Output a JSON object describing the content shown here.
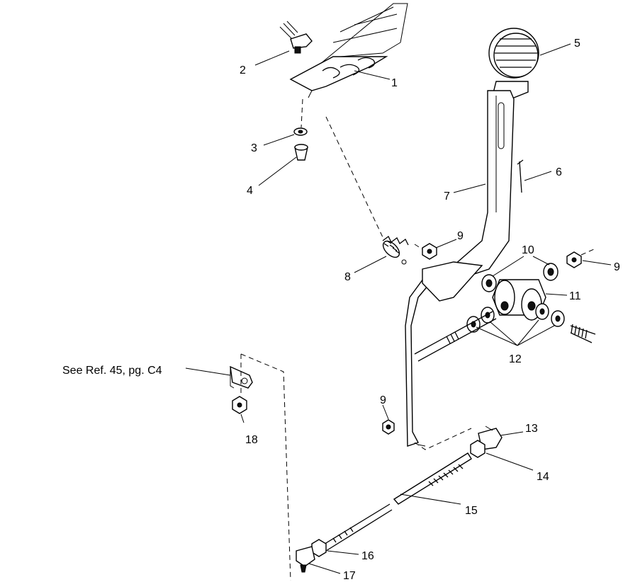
{
  "diagram": {
    "reference_note": "See Ref. 45, pg. C4",
    "callouts": {
      "c1": "1",
      "c2": "2",
      "c3": "3",
      "c4": "4",
      "c5": "5",
      "c6": "6",
      "c7": "7",
      "c8": "8",
      "c9a": "9",
      "c9b": "9",
      "c9c": "9",
      "c10": "10",
      "c11": "11",
      "c12": "12",
      "c13": "13",
      "c14": "14",
      "c15": "15",
      "c16": "16",
      "c17": "17",
      "c18": "18"
    }
  }
}
